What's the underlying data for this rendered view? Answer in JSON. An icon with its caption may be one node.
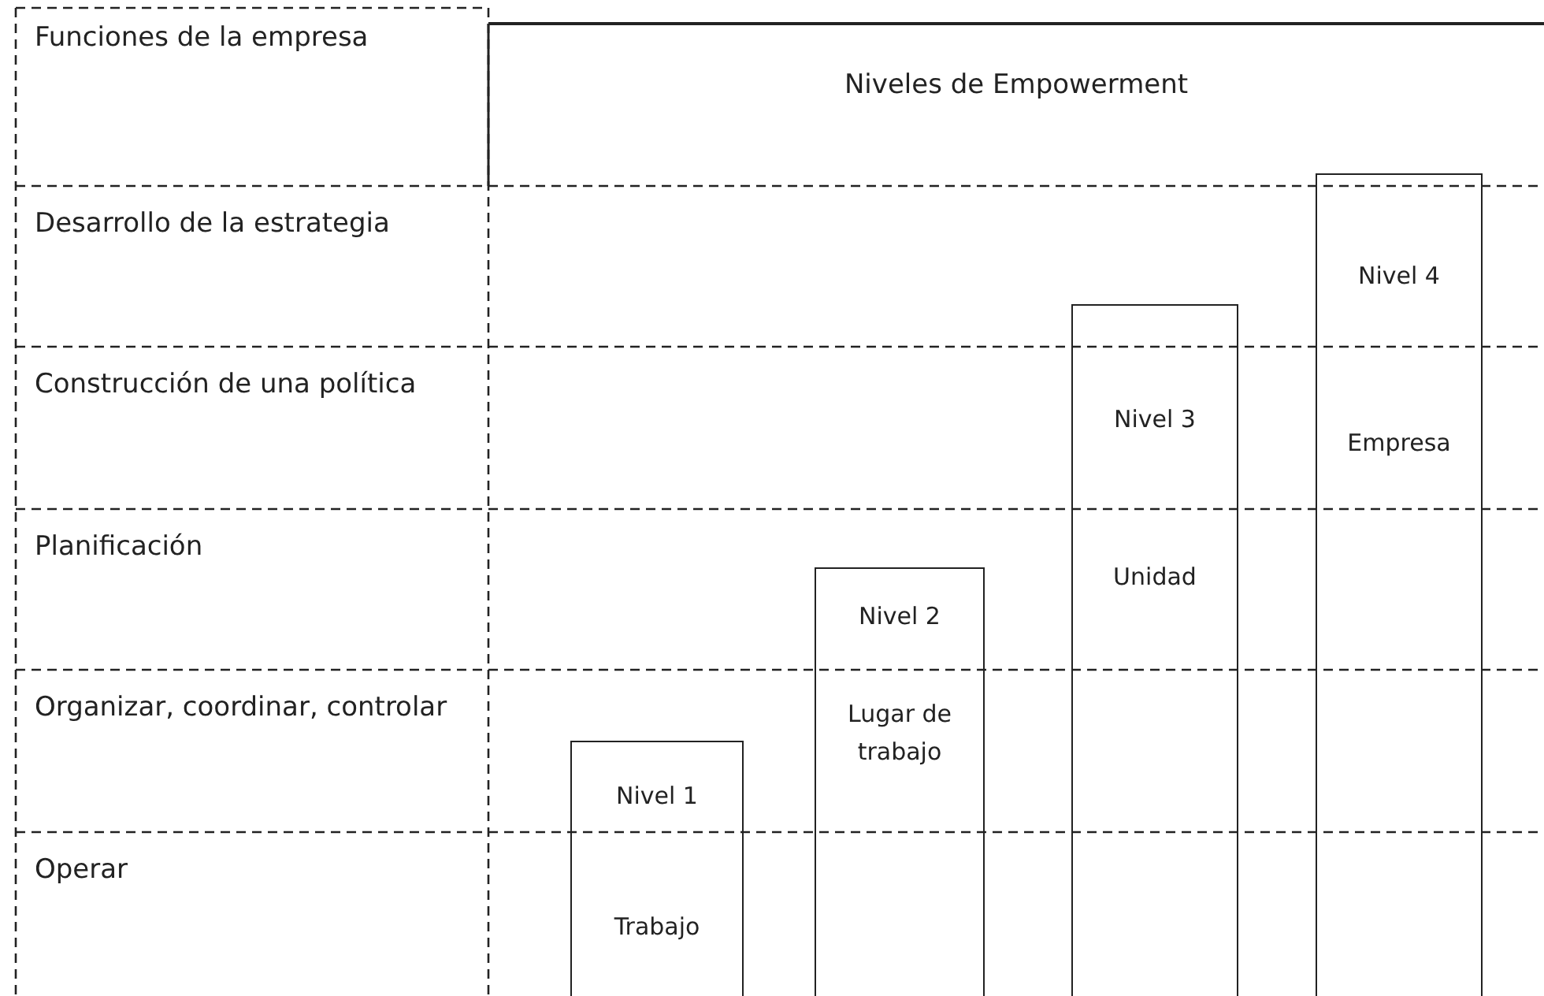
{
  "diagram": {
    "nodes": [
      {
        "text": [
          "Nivel 1",
          "Trabajo"
        ]
      },
      {
        "text": [
          "Nivel 2",
          "Lugar de trabajo"
        ]
      },
      {
        "text": [
          "Nivel 3",
          "Unidad"
        ]
      },
      {
        "text": [
          "Nivel 4",
          "Empresa"
        ]
      }
    ],
    "labels": [
      "Funciones de la empresa",
      "Niveles de Empowerment",
      "Desarrollo de la estrategia",
      "Construcción de una política",
      "Planificación",
      "Organizar, coordinar, controlar",
      "Operar"
    ]
  }
}
